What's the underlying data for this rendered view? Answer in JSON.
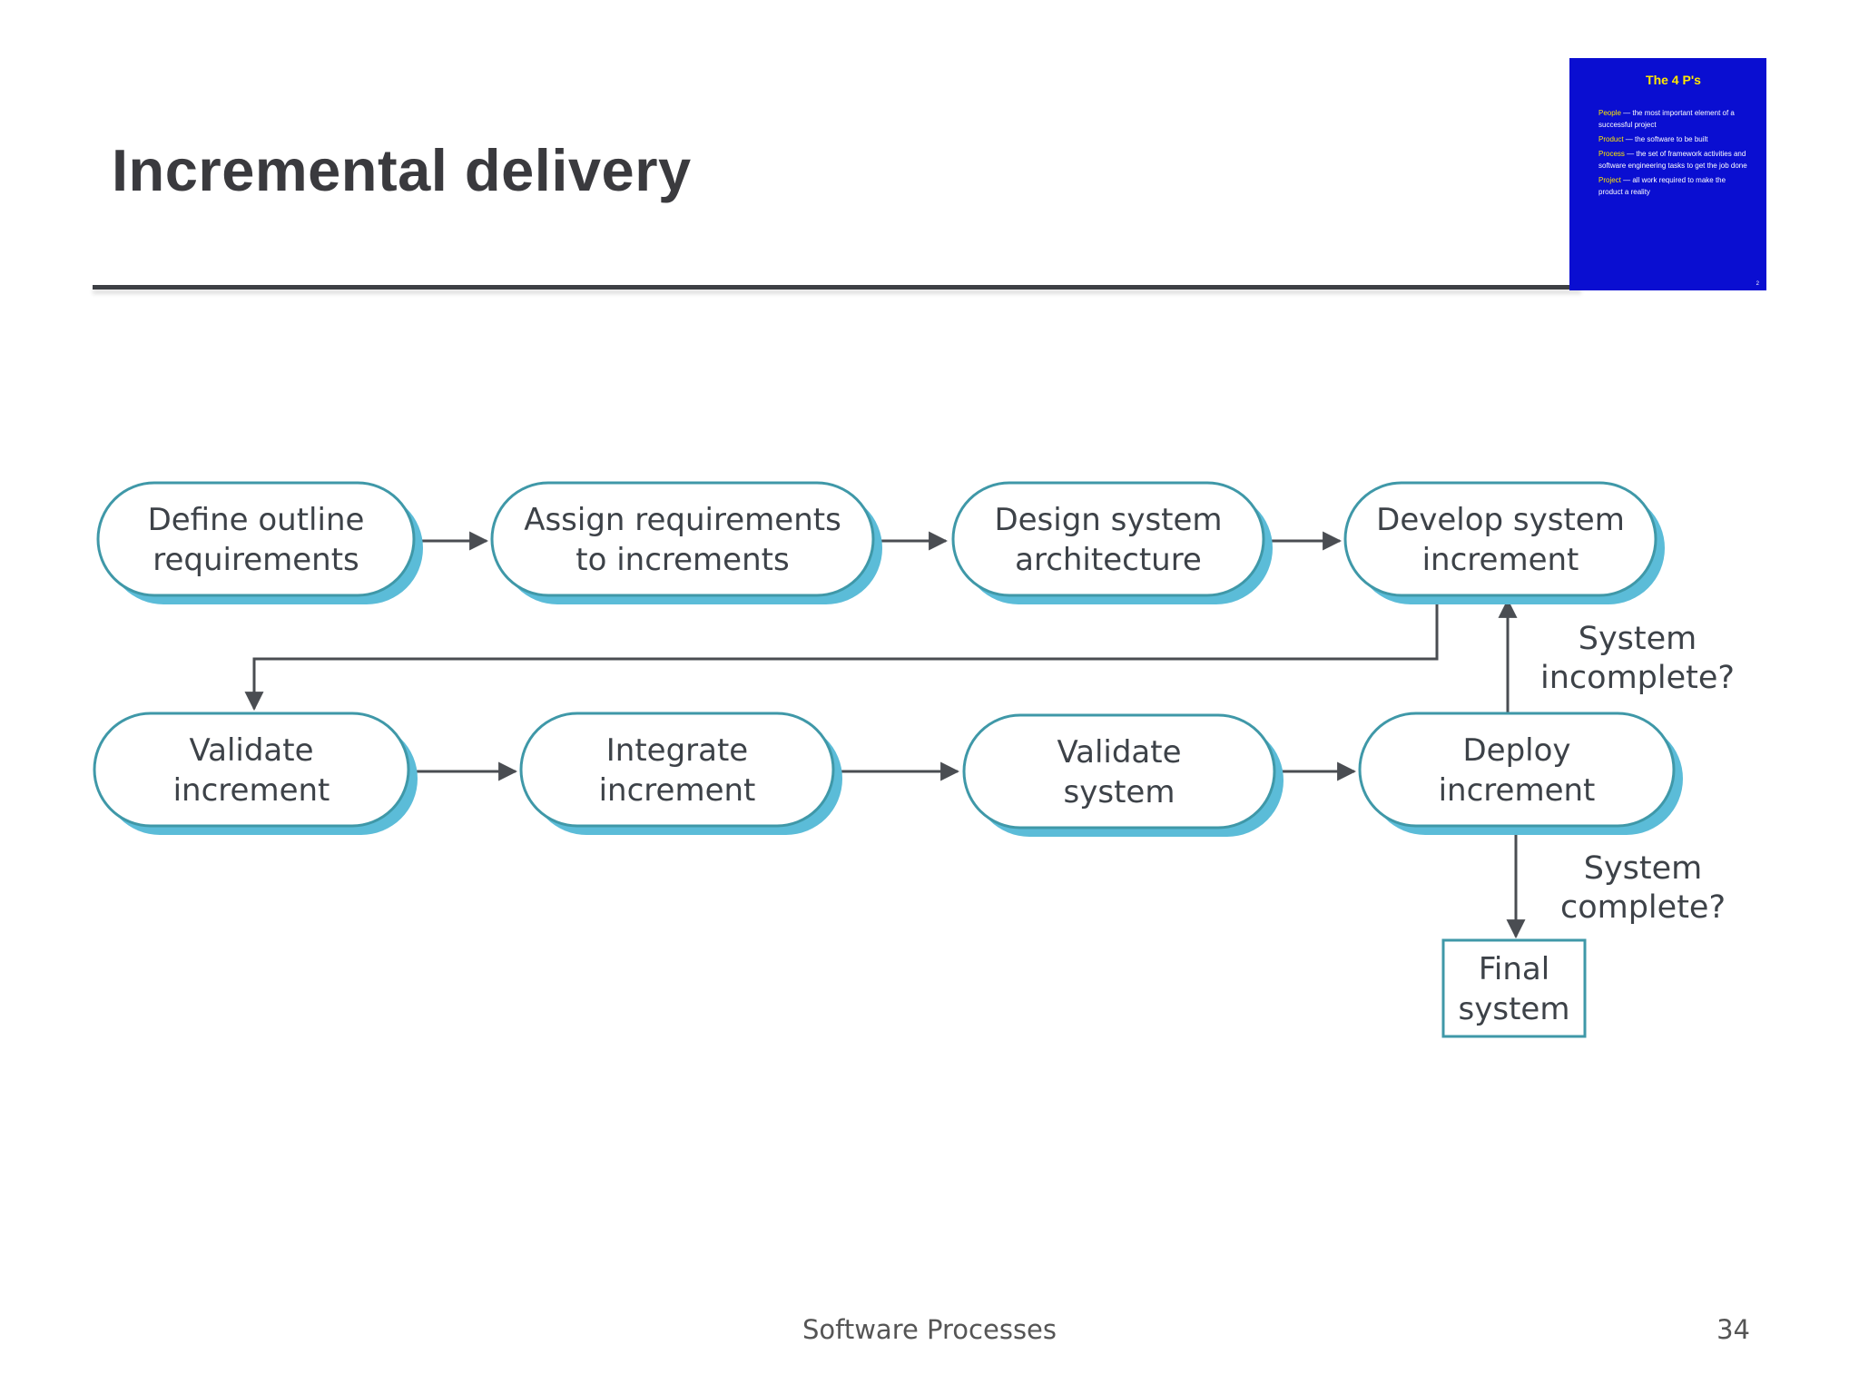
{
  "slide": {
    "title": "Incremental delivery",
    "footer": "Software Processes",
    "page_number": "34"
  },
  "thumbnail": {
    "title": "The 4 P's",
    "items": [
      {
        "term": "People",
        "text": " — the most important element of a successful project"
      },
      {
        "term": "Product",
        "text": " — the software to be built"
      },
      {
        "term": "Process",
        "text": " — the set of framework activities and software engineering tasks to get the job done"
      },
      {
        "term": "Project",
        "text": " — all work required to make the product a reality"
      }
    ],
    "page": "2",
    "colors": {
      "background": "#0a0ed1",
      "term": "#ffe800",
      "text": "#ffffff"
    }
  },
  "diagram": {
    "nodes": [
      {
        "id": "define",
        "lines": [
          "Define outline",
          "requirements"
        ]
      },
      {
        "id": "assign",
        "lines": [
          "Assign requirements",
          "to increments"
        ]
      },
      {
        "id": "design",
        "lines": [
          "Design system",
          "architecture"
        ]
      },
      {
        "id": "develop",
        "lines": [
          "Develop system",
          "increment"
        ]
      },
      {
        "id": "validate-inc",
        "lines": [
          "Validate",
          "increment"
        ]
      },
      {
        "id": "integrate",
        "lines": [
          "Integrate",
          "increment"
        ]
      },
      {
        "id": "validate-sys",
        "lines": [
          "Validate",
          "system"
        ]
      },
      {
        "id": "deploy",
        "lines": [
          "Deploy",
          "increment"
        ]
      },
      {
        "id": "final",
        "lines": [
          "Final",
          "system"
        ]
      }
    ],
    "decisions": {
      "incomplete": [
        "System",
        "incomplete?"
      ],
      "complete": [
        "System",
        "complete?"
      ]
    },
    "colors": {
      "node_border": "#3f98a8",
      "node_shadow": "#5bbcd8",
      "node_fill": "#ffffff",
      "arrow": "#4a4d52",
      "text": "#3d4248"
    }
  }
}
